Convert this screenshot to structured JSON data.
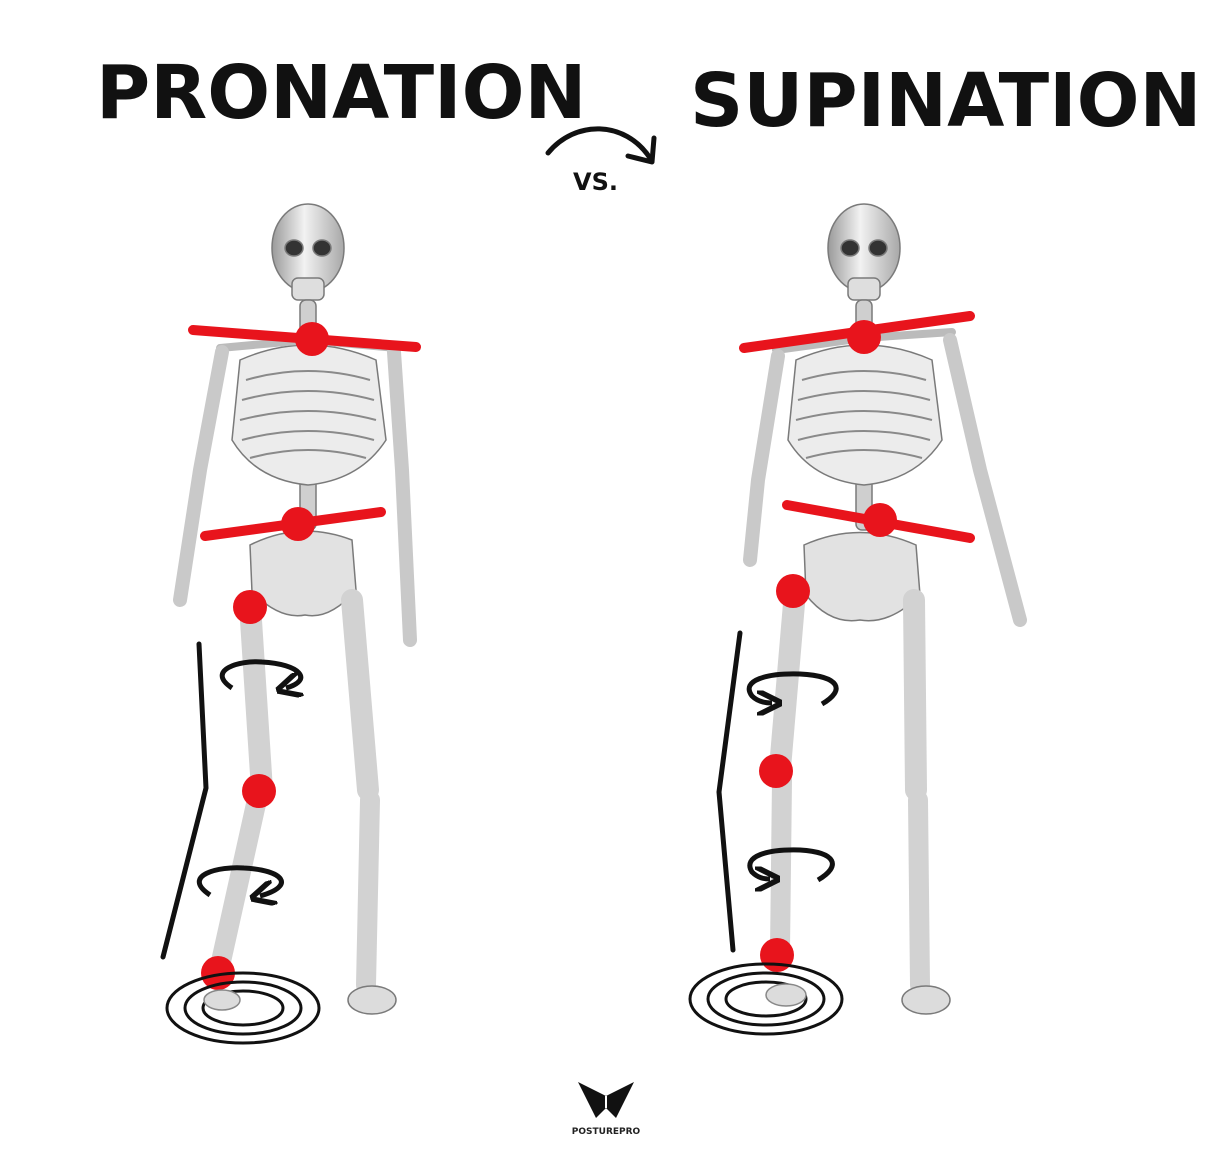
{
  "titles": {
    "left": "PRONATION",
    "right": "SUPINATION",
    "vs": "VS."
  },
  "brand": {
    "name": "POSTUREPRO"
  },
  "colors": {
    "marker": "#e8141c",
    "ink": "#111111",
    "bone": "#e6e6e6",
    "bone_shadow": "#8e8e8e"
  },
  "icons": [
    "curved-arrow-icon",
    "rotation-arrow-icon",
    "target-rings-icon",
    "posturepro-logo-icon"
  ]
}
